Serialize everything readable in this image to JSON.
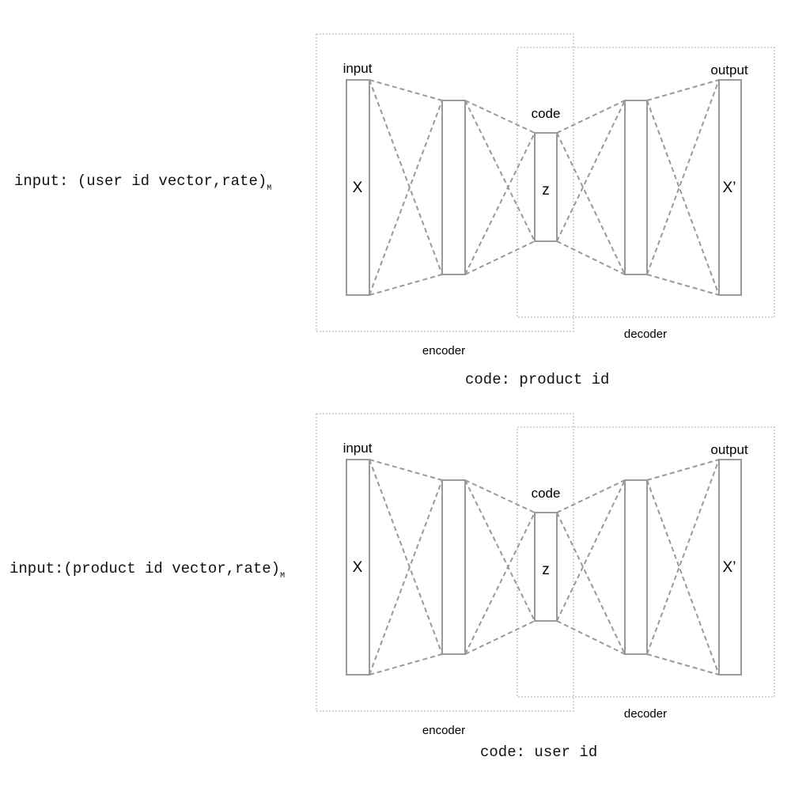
{
  "diagrams": [
    {
      "side_label": {
        "text": "input: (user id vector,rate)",
        "subscript": "M"
      },
      "input_label": "input",
      "code_label": "code",
      "output_label": "output",
      "input_symbol": "X",
      "code_symbol": "z",
      "output_symbol": "X’",
      "encoder_label": "encoder",
      "decoder_label": "decoder",
      "code_caption": "code: product id"
    },
    {
      "side_label": {
        "text": "input:(product id vector,rate)",
        "subscript": "M"
      },
      "input_label": "input",
      "code_label": "code",
      "output_label": "output",
      "input_symbol": "X",
      "code_symbol": "z",
      "output_symbol": "X’",
      "encoder_label": "encoder",
      "decoder_label": "decoder",
      "code_caption": "code: user id"
    }
  ]
}
